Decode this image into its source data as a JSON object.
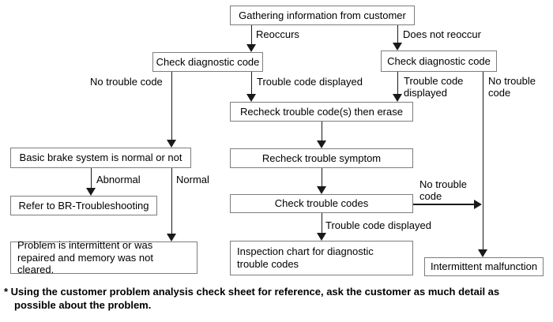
{
  "flowchart": {
    "nodes": {
      "gathering": {
        "label": "Gathering information from customer"
      },
      "check_diagnostic_left": {
        "label": "Check diagnostic code"
      },
      "check_diagnostic_right": {
        "label": "Check diagnostic code"
      },
      "recheck_erase": {
        "label": "Recheck trouble code(s) then erase"
      },
      "recheck_symptom": {
        "label": "Recheck trouble symptom"
      },
      "check_trouble_codes": {
        "label": "Check trouble codes"
      },
      "basic_brake": {
        "label": "Basic brake system is normal or not"
      },
      "refer_br": {
        "label": "Refer to BR-Troubleshooting"
      },
      "problem_intermittent": {
        "label": "Problem is intermittent or was repaired and memory was not cleared."
      },
      "inspection_chart": {
        "label": "Inspection chart for diagnostic trouble codes"
      },
      "intermittent_malfunction": {
        "label": "Intermittent malfunction"
      }
    },
    "edge_labels": {
      "reoccurs": "Reoccurs",
      "does_not_reoccur": "Does not reoccur",
      "no_trouble_code_left": "No trouble code",
      "trouble_code_displayed_left": "Trouble code displayed",
      "trouble_code_displayed_right": "Trouble code displayed",
      "no_trouble_code_right": "No trouble code",
      "abnormal": "Abnormal",
      "normal": "Normal",
      "no_trouble_code_mid": "No trouble code",
      "trouble_code_displayed_bottom": "Trouble code displayed"
    },
    "footnote": {
      "line1": "* Using the customer problem analysis check sheet for reference, ask the customer as much detail as",
      "line2": "possible about the problem."
    },
    "colors": {
      "box_border": "#7d7d7d",
      "line": "#1a1a1a",
      "text": "#000000",
      "background": "#ffffff"
    }
  }
}
